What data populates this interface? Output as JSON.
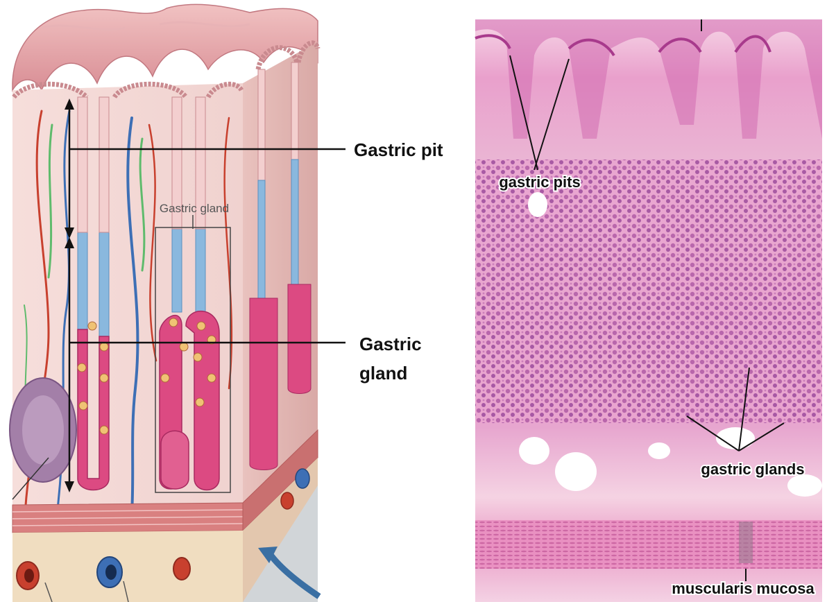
{
  "left_illustration": {
    "inset_label": "Gastric gland",
    "callout_gastric_pit": "Gastric pit",
    "callout_gastric_gland_line1": "Gastric",
    "callout_gastric_gland_line2": "gland"
  },
  "right_micrograph": {
    "label_gastric_pits": "gastric pits",
    "label_gastric_glands": "gastric glands",
    "label_muscularis": "muscularis mucosa"
  },
  "colors": {
    "mucosa_pink": "#e8a9ae",
    "gland_magenta": "#d9407a",
    "neck_blue": "#7fb0d8",
    "artery_red": "#c8402e",
    "vein_blue": "#2f62a8",
    "histology_bg": "#f1c6dc",
    "histology_purple": "#a04c9c"
  }
}
